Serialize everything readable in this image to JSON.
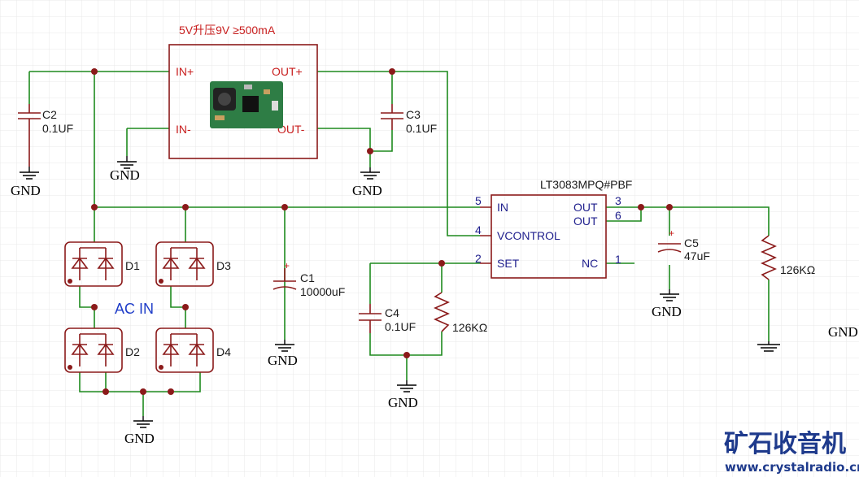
{
  "title": "5V升压9V ≥500mA",
  "boost_module": {
    "in_plus": "IN+",
    "in_minus": "IN-",
    "out_plus": "OUT+",
    "out_minus": "OUT-"
  },
  "regulator": {
    "part_number": "LT3083MPQ#PBF",
    "pins": [
      {
        "number": "5",
        "name": "IN"
      },
      {
        "number": "4",
        "name": "VCONTROL"
      },
      {
        "number": "2",
        "name": "SET"
      },
      {
        "number": "3",
        "name": "OUT"
      },
      {
        "number": "6",
        "name": "OUT"
      },
      {
        "number": "1",
        "name": "NC"
      }
    ]
  },
  "components": {
    "c1": {
      "ref": "C1",
      "value": "10000uF"
    },
    "c2": {
      "ref": "C2",
      "value": "0.1UF"
    },
    "c3": {
      "ref": "C3",
      "value": "0.1UF"
    },
    "c4": {
      "ref": "C4",
      "value": "0.1UF"
    },
    "c5": {
      "ref": "C5",
      "value": "47uF"
    },
    "r_set": {
      "value": "126KΩ"
    },
    "r_load": {
      "value": "126KΩ"
    },
    "d1": "D1",
    "d2": "D2",
    "d3": "D3",
    "d4": "D4"
  },
  "ac_in": "AC IN",
  "gnd": "GND",
  "watermark": {
    "text": "矿石收音机",
    "url": "www.crystalradio.cn"
  },
  "colors": {
    "wire": "#1e8a1e",
    "part": "#8b1a1a",
    "pin_text": "#1e1e8c",
    "title": "#c81e1e",
    "ac_in": "#1e3cc8",
    "brand": "#1e3a8c"
  }
}
